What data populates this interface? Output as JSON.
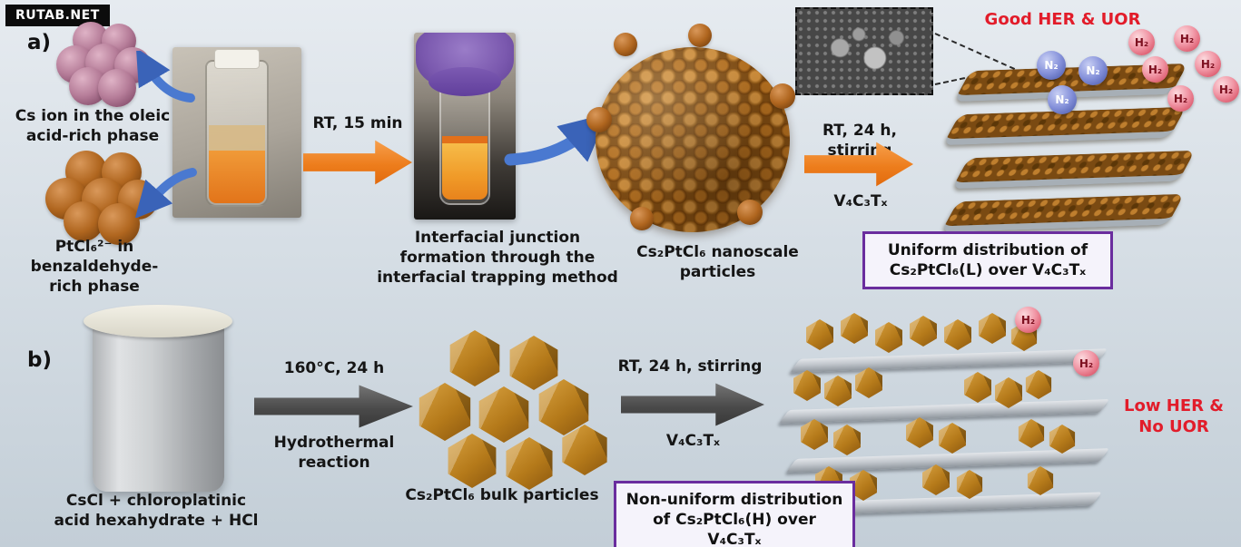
{
  "watermark": "RUTAB.NET",
  "panel_a": {
    "label": "a)",
    "cs_cluster_caption": "Cs ion in the oleic\nacid-rich phase",
    "pt_cluster_caption": "PtCl₆²⁻ in benzaldehyde-\nrich phase",
    "step1_arrow_label": "RT, 15 min",
    "interfacial_caption": "Interfacial junction\nformation through the\ninterfacial trapping method",
    "nanoparticle_caption": "Cs₂PtCl₆ nanoscale\nparticles",
    "step2_arrow_label": "RT, 24 h, stirring",
    "step2_arrow_sublabel": "V₄C₃Tₓ",
    "result_label": "Good HER & UOR",
    "summary_box_text": "Uniform distribution of\nCs₂PtCl₆(L) over V₄C₃Tₓ",
    "n2_label": "N₂",
    "h2_label": "H₂"
  },
  "panel_b": {
    "label": "b)",
    "precursor_caption": "CsCl + chloroplatinic\nacid hexahydrate + HCl",
    "step1_arrow_label": "160°C, 24 h",
    "step1_arrow_sublabel": "Hydrothermal\nreaction",
    "bulk_caption": "Cs₂PtCl₆ bulk particles",
    "step2_arrow_label": "RT, 24 h, stirring",
    "step2_arrow_sublabel": "V₄C₃Tₓ",
    "result_label": "Low HER &\nNo UOR",
    "summary_box_text": "Non-uniform distribution\nof Cs₂PtCl₆(H) over V₄C₃Tₓ",
    "h2_label": "H₂"
  },
  "colors": {
    "result_red": "#e21c2a",
    "summary_border_purple": "#6a2d9e",
    "arrow_orange": "#ed7d1c",
    "arrow_gray": "#4a4a4a",
    "arrow_blue": "#4a79d0",
    "mxene_brown": "#7a4a12",
    "plate_gray": "#c2c7cd"
  }
}
